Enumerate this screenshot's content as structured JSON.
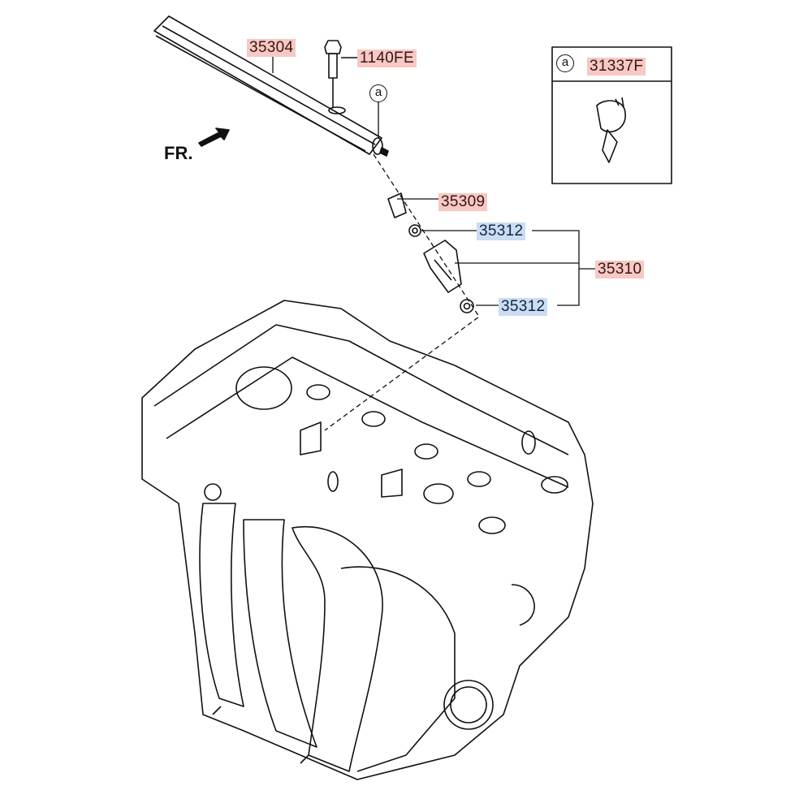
{
  "diagram": {
    "front_marker": "FR.",
    "ref_marker": "a",
    "parts": {
      "fuel_rail": "35304",
      "bolt": "1140FE",
      "inset_part": "31337F",
      "clip": "35309",
      "oring_top": "35312",
      "injector": "35310",
      "oring_bottom": "35312"
    },
    "colors": {
      "highlight_red": "#f6c9c4",
      "highlight_blue": "#c9ddf4"
    }
  }
}
